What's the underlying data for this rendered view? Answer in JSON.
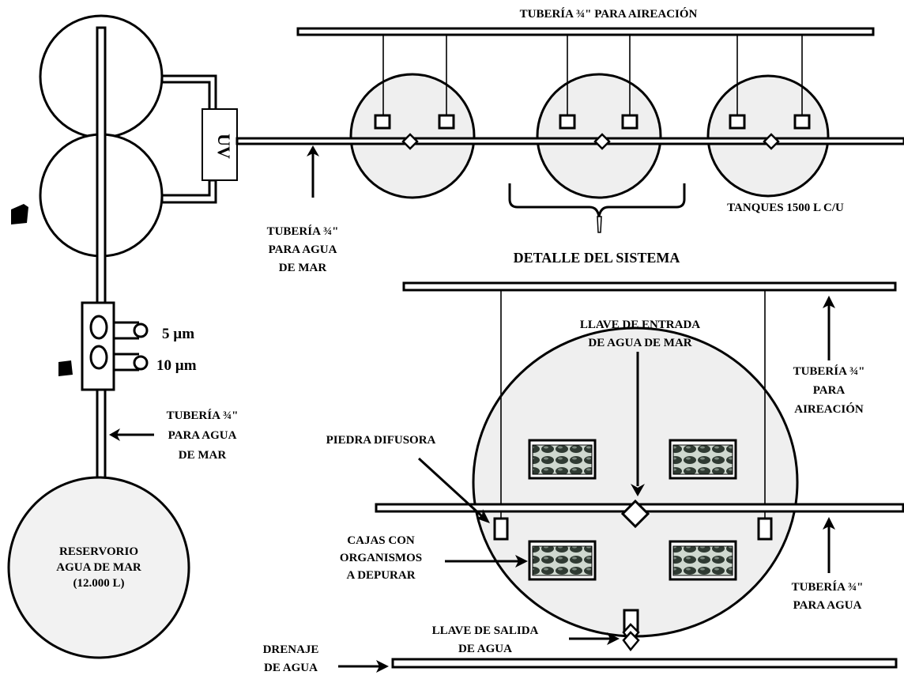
{
  "labels": {
    "aeration_pipe_top": "TUBERÍA ¾\" PARA AIREACIÓN",
    "seawater_pipe_top": [
      "TUBERÍA ¾\"",
      "PARA AGUA",
      "DE MAR"
    ],
    "tanks": "TANQUES 1500 L C/U",
    "detail_title": "DETALLE DEL SISTEMA",
    "filter_5": "5 µm",
    "filter_10": "10 µm",
    "seawater_pipe_left": [
      "TUBERÍA ¾\"",
      "PARA AGUA",
      "DE MAR"
    ],
    "reservoir": [
      "RESERVORIO",
      "AGUA DE MAR",
      "(12.000 L)"
    ],
    "inlet_valve": [
      "LLAVE DE ENTRADA",
      "DE AGUA DE MAR"
    ],
    "diffuser": "PIEDRA DIFUSORA",
    "boxes": [
      "CAJAS CON",
      "ORGANISMOS",
      "A DEPURAR"
    ],
    "aeration_pipe_right": [
      "TUBERÍA ¾\"",
      "PARA",
      "AIREACIÓN"
    ],
    "water_pipe_right": [
      "TUBERÍA ¾\"",
      "PARA AGUA"
    ],
    "outlet_valve": [
      "LLAVE DE SALIDA",
      "DE AGUA"
    ],
    "drain": [
      "DRENAJE",
      "DE AGUA"
    ]
  },
  "icons": {
    "uv_unit_symbol": "UV",
    "reservoir_tank_glyph": "filled-block",
    "filter_glyph": "filled-block"
  },
  "colors": {
    "tank_fill": "#efefef",
    "line": "#000000",
    "background": "#ffffff"
  }
}
